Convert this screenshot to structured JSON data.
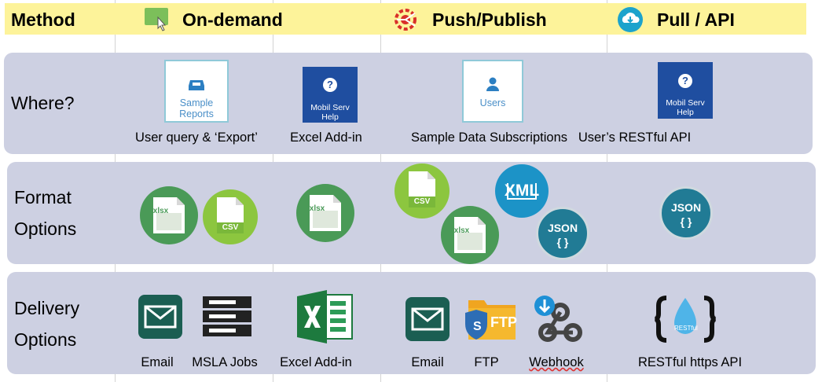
{
  "header": {
    "method": "Method",
    "on_demand": "On-demand",
    "push_publish": "Push/Publish",
    "pull_api": "Pull / API"
  },
  "rows": {
    "where": "Where?",
    "format_l1": "Format",
    "format_l2": "Options",
    "delivery_l1": "Delivery",
    "delivery_l2": "Options"
  },
  "where": {
    "sample_reports_tile_l1": "Sample",
    "sample_reports_tile_l2": "Reports",
    "sample_reports_caption": "User query & ‘Export’",
    "mobil_tile_l1": "Mobil Serv",
    "mobil_tile_l2": "Help",
    "excel_addin_caption": "Excel Add-in",
    "users_tile": "Users",
    "subscriptions_caption": "Sample Data Subscriptions",
    "api_tile_l1": "Mobil Serv",
    "api_tile_l2": "Help",
    "restful_api_caption": "User’s RESTful API"
  },
  "formats": {
    "xlsx": ".xlsx",
    "csv": "CSV",
    "xml": "XML",
    "json": "JSON",
    "json_braces": "{ }"
  },
  "delivery": {
    "email": "Email",
    "msla_jobs": "MSLA Jobs",
    "excel_addin": "Excel Add-in",
    "email_push": "Email",
    "ftp_label": "FTP",
    "ftp_caption": "FTP",
    "webhook": "Webhook",
    "restful_badge": "RESTful",
    "restful_https": "RESTful https API"
  },
  "colors": {
    "header_bg": "#fdf39a",
    "band_bg": "#cdd0e2",
    "xlsx_green": "#4a9a57",
    "csv_green": "#8cc63f",
    "xml_blue": "#1c93c7",
    "json_teal": "#217b95",
    "tile_blue": "#1f4ea0"
  }
}
